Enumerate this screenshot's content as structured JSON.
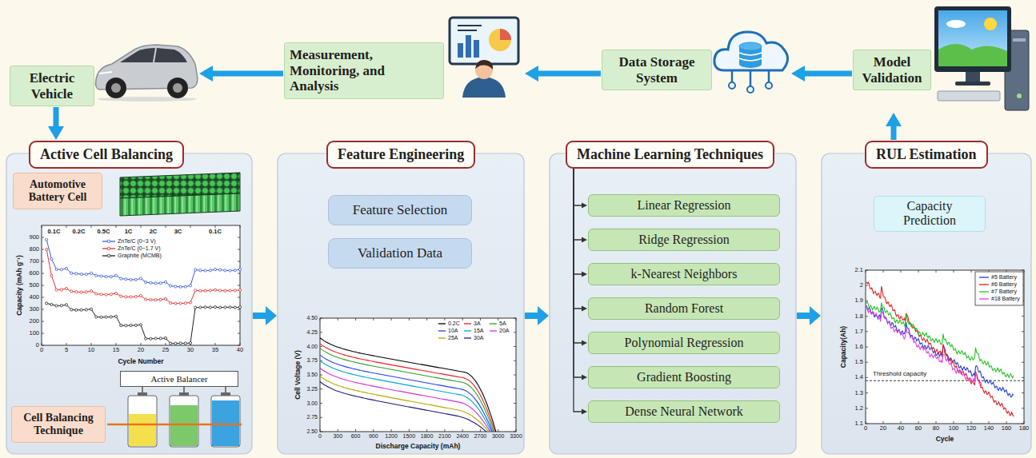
{
  "diagram": {
    "nodes": [
      {
        "text": [
          "Electric Vehicle"
        ]
      },
      {
        "text": [
          "Measurement, Monitoring, and Analysis"
        ]
      },
      {
        "text": [
          "Data Storage System"
        ]
      },
      {
        "text": [
          "Model Validation"
        ]
      },
      {
        "text": [
          "Active Cell Balancing"
        ]
      },
      {
        "text": [
          "Automotive Battery Cell"
        ],
        "in": 4
      },
      {
        "text": [
          "Active Balancer"
        ],
        "in": 4
      },
      {
        "text": [
          "Cell Balancing Technique"
        ],
        "in": 4
      },
      {
        "text": [
          "Feature Engineering"
        ]
      },
      {
        "text": [
          "Feature Selection"
        ],
        "in": 8
      },
      {
        "text": [
          "Validation Data"
        ],
        "in": 8
      },
      {
        "text": [
          "Machine Learning Techniques"
        ]
      },
      {
        "text": [
          "Linear Regression"
        ],
        "in": 11
      },
      {
        "text": [
          "Ridge Regression"
        ],
        "in": 11
      },
      {
        "text": [
          "k-Nearest Neighbors"
        ],
        "in": 11
      },
      {
        "text": [
          "Random Forest"
        ],
        "in": 11
      },
      {
        "text": [
          "Polynomial Regression"
        ],
        "in": 11
      },
      {
        "text": [
          "Gradient Boosting"
        ],
        "in": 11
      },
      {
        "text": [
          "Dense Neural Network"
        ],
        "in": 11
      },
      {
        "text": [
          "RUL Estimation"
        ]
      },
      {
        "text": [
          "Capacity Prediction"
        ],
        "in": 19
      }
    ],
    "edges": [
      {
        "from": 3,
        "to": 2,
        "arrow": "to"
      },
      {
        "from": 2,
        "to": 1,
        "arrow": "to"
      },
      {
        "from": 1,
        "to": 0,
        "arrow": "to"
      },
      {
        "from": 0,
        "to": 4,
        "arrow": "to"
      },
      {
        "from": 4,
        "to": 8,
        "arrow": "to"
      },
      {
        "from": 8,
        "to": 11,
        "arrow": "to"
      },
      {
        "from": 11,
        "to": 19,
        "arrow": "to"
      },
      {
        "from": 19,
        "to": 3,
        "arrow": "to"
      },
      {
        "from": 11,
        "to": 12,
        "arrow": "to"
      },
      {
        "from": 11,
        "to": 13,
        "arrow": "to"
      },
      {
        "from": 11,
        "to": 14,
        "arrow": "to"
      },
      {
        "from": 11,
        "to": 15,
        "arrow": "to"
      },
      {
        "from": 11,
        "to": 16,
        "arrow": "to"
      },
      {
        "from": 11,
        "to": 17,
        "arrow": "to"
      },
      {
        "from": 11,
        "to": 18,
        "arrow": "to"
      }
    ],
    "labels": [
      "0.1C",
      "0.2C",
      "0.5C",
      "1C",
      "2C",
      "3C",
      "0.1C",
      "900",
      "800",
      "700",
      "600",
      "500",
      "400",
      "300",
      "200",
      "100",
      "0",
      "0",
      "5",
      "10",
      "15",
      "20",
      "25",
      "30",
      "35",
      "40",
      "Capacity (mAh g⁻¹)",
      "Cycle Number",
      "4.50",
      "4.25",
      "4.00",
      "3.75",
      "3.50",
      "3.25",
      "3.00",
      "2.75",
      "2.50",
      "0",
      "300",
      "600",
      "900",
      "1200",
      "1500",
      "1800",
      "2100",
      "2400",
      "2700",
      "3000",
      "3300",
      "Cell Voltage (V)",
      "Discharge Capacity (mAh)",
      "2.1",
      "2",
      "1.9",
      "1.8",
      "1.7",
      "1.6",
      "1.5",
      "1.4",
      "1.3",
      "1.2",
      "1.1",
      "0",
      "20",
      "40",
      "60",
      "80",
      "100",
      "120",
      "140",
      "160",
      "180",
      "Capacity(Ah)",
      "Cycle",
      "Threshold capacity"
    ],
    "legend": [
      {
        "text": "ZnTe/C (0~3 V)"
      },
      {
        "text": "ZnTe/C (0~1.7 V)"
      },
      {
        "text": "Graphite (MCMB)"
      },
      {
        "text": "0.2C"
      },
      {
        "text": "3A"
      },
      {
        "text": "5A"
      },
      {
        "text": "10A"
      },
      {
        "text": "15A"
      },
      {
        "text": "20A"
      },
      {
        "text": "25A"
      },
      {
        "text": "30A"
      },
      {
        "text": "#5 Battery"
      },
      {
        "text": "#6 Battery"
      },
      {
        "text": "#7 Battery"
      },
      {
        "text": "#18 Battery"
      }
    ]
  }
}
